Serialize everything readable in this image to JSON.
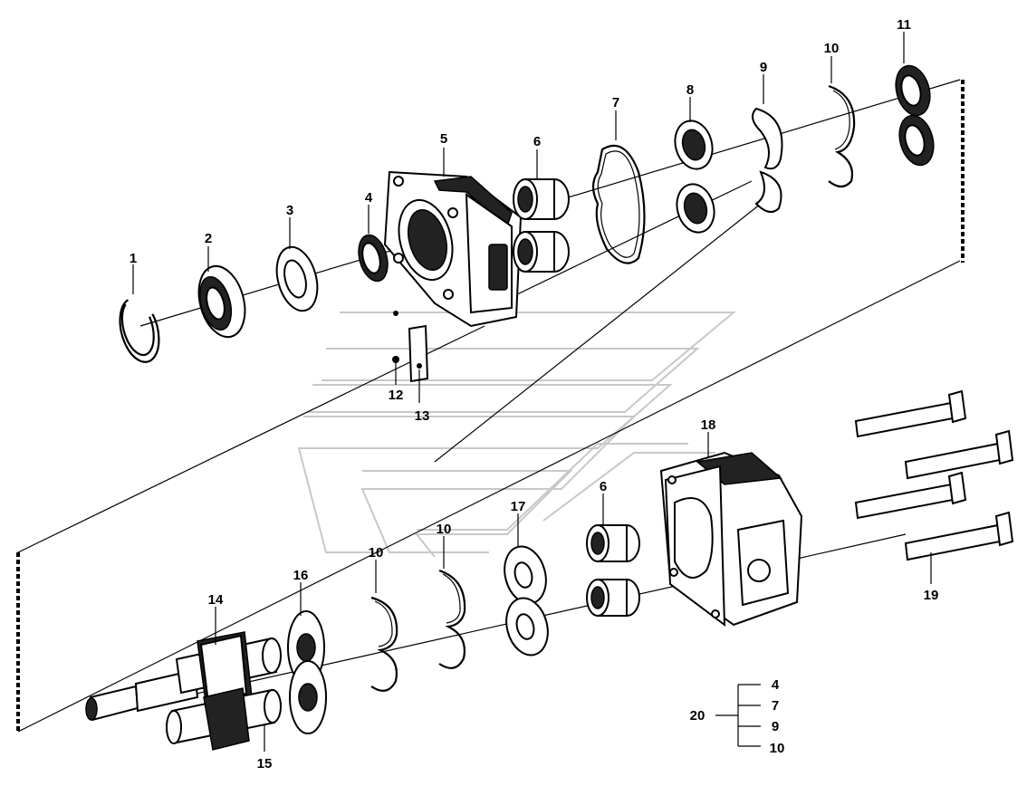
{
  "callouts": {
    "c1": "1",
    "c2": "2",
    "c3": "3",
    "c4": "4",
    "c5": "5",
    "c6a": "6",
    "c7": "7",
    "c8": "8",
    "c9": "9",
    "c10a": "10",
    "c11": "11",
    "c12": "12",
    "c13": "13",
    "c14": "14",
    "c15": "15",
    "c16": "16",
    "c10b": "10",
    "c10c": "10",
    "c17": "17",
    "c6b": "6",
    "c18": "18",
    "c19": "19"
  },
  "kit": {
    "label": "20",
    "items": [
      "4",
      "7",
      "9",
      "10"
    ]
  }
}
